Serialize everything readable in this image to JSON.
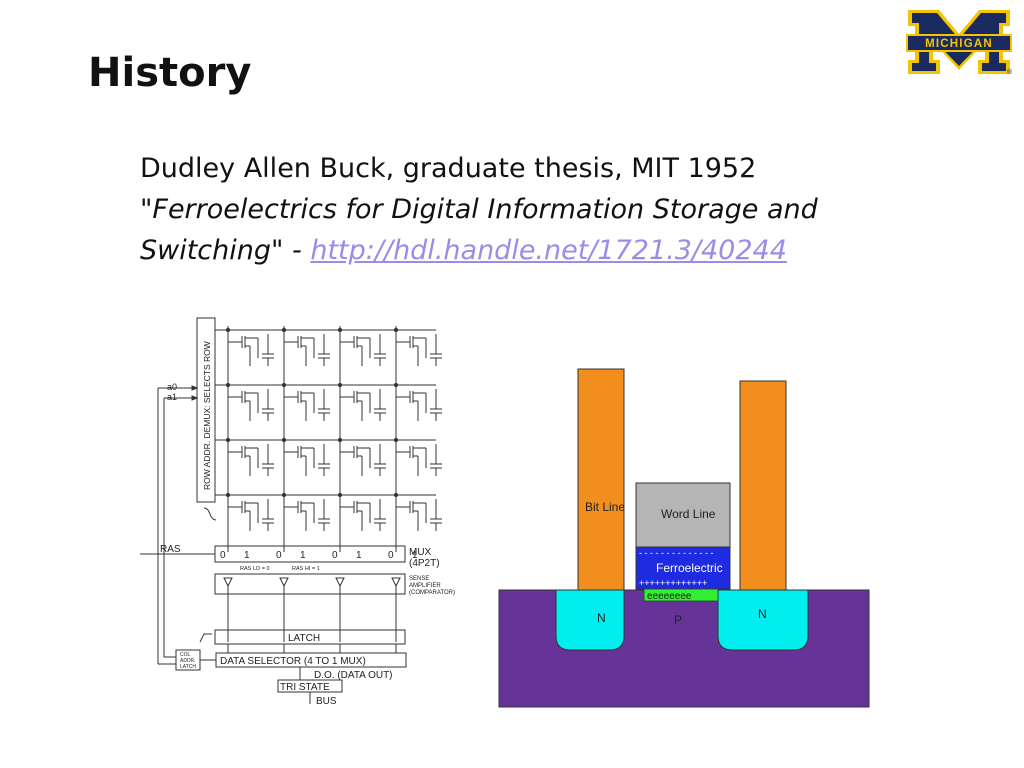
{
  "slide": {
    "title": "History",
    "line1": "Dudley Allen Buck, graduate thesis, MIT 1952",
    "quote": "\"Ferroelectrics for Digital Information Storage and Switching\"",
    "sep": " - ",
    "link": "http://hdl.handle.net/1721.3/40244"
  },
  "logo": {
    "text": "MICHIGAN",
    "mark": "®",
    "colors": {
      "maize": "#f2c500",
      "blue": "#1b2a5e"
    }
  },
  "memory_diagram": {
    "demux_label": "ROW ADDR. DEMUX: SELECTS ROW",
    "a0": "a0",
    "a1": "a1",
    "ras": "RAS",
    "mux_line1": "MUX",
    "mux_line2": "(4P2T)",
    "mux_bits": [
      "0",
      "1",
      "0",
      "1",
      "0",
      "1",
      "0",
      "1"
    ],
    "ras_lo": "RAS LO = 0",
    "ras_hi": "RAS HI = 1",
    "sense_line1": "SENSE",
    "sense_line2": "AMPLIFIER",
    "sense_line3": "(COMPARATOR)",
    "latch": "LATCH",
    "col_line1": "COL",
    "col_line2": "ADDR.",
    "col_line3": "LATCH",
    "data_selector": "DATA SELECTOR (4 TO 1 MUX)",
    "data_out": "D.O. (DATA OUT)",
    "tri_state": "TRI STATE",
    "bus": "BUS"
  },
  "fet_diagram": {
    "bit_line": "Bit Line",
    "word_line": "Word Line",
    "ferroelectric": "Ferroelectric",
    "neg_charges": "- - - - - - - - - - - - - -",
    "pos_charges": "+++++++++++++",
    "electrons": "eeeeeeee",
    "n_left": "N",
    "n_right": "N",
    "p": "P",
    "colors": {
      "line": "#f28e1e",
      "word": "#b5b5b5",
      "ferro": "#1e2be0",
      "substrate": "#663399",
      "n": "#00eeee",
      "channel": "#33ee33"
    }
  }
}
